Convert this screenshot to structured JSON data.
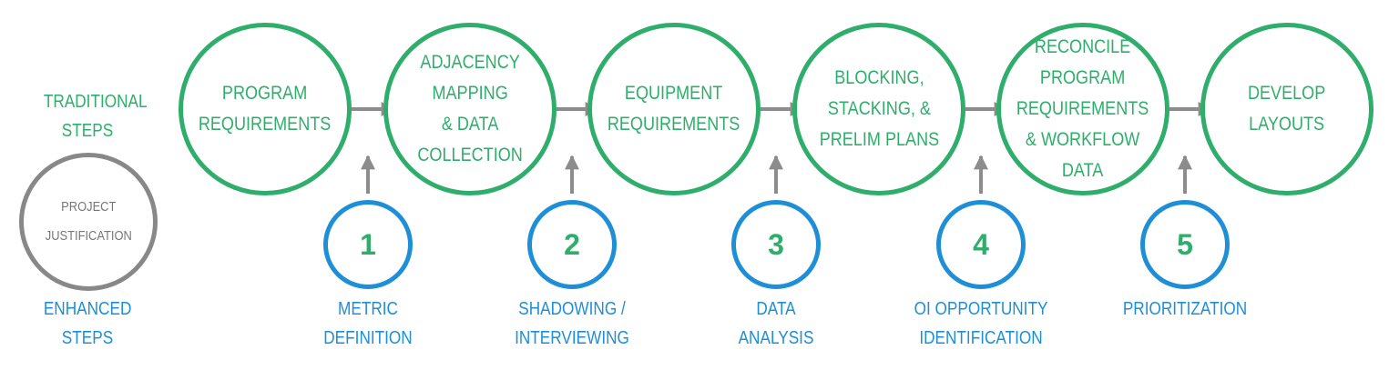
{
  "traditional_label": "TRADITIONAL\nSTEPS",
  "enhanced_label": "ENHANCED\nSTEPS",
  "project_justification": "PROJECT\nJUSTIFICATION",
  "traditional_steps": [
    "PROGRAM\nREQUIREMENTS",
    "ADJACENCY\nMAPPING\n& DATA\nCOLLECTION",
    "EQUIPMENT\nREQUIREMENTS",
    "BLOCKING,\nSTACKING, &\nPRELIM PLANS",
    "RECONCILE\nPROGRAM\nREQUIREMENTS\n& WORKFLOW\nDATA",
    "DEVELOP\nLAYOUTS"
  ],
  "enhanced_steps": [
    {
      "number": "1",
      "label": "METRIC\nDEFINITION"
    },
    {
      "number": "2",
      "label": "SHADOWING /\nINTERVIEWING"
    },
    {
      "number": "3",
      "label": "DATA\nANALYSIS"
    },
    {
      "number": "4",
      "label": "OI OPPORTUNITY\nIDENTIFICATION"
    },
    {
      "number": "5",
      "label": "PRIORITIZATION"
    }
  ],
  "colors": {
    "traditional": "#2fae6b",
    "enhanced": "#1e8fd6",
    "neutral": "#888888",
    "arrow": "#8c8c8c"
  }
}
